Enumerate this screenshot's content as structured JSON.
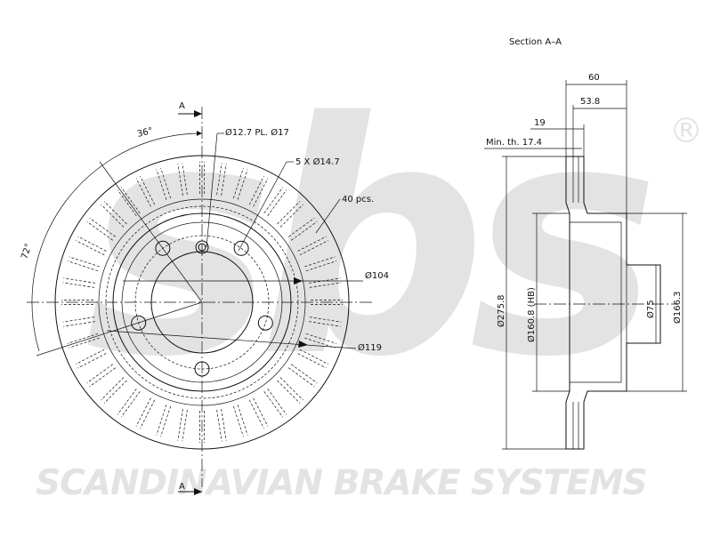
{
  "watermark": {
    "logo_text": "sbs",
    "registered_mark": "®",
    "company_name": "SCANDINAVIAN BRAKE SYSTEMS",
    "color": "#e3e3e3"
  },
  "front_view": {
    "section_marker_top": "A",
    "section_marker_bottom": "A",
    "angle_label_small": "36°",
    "angle_label_large": "72°",
    "bolt_hole_label": "Ø12.7 PL. Ø17",
    "wheel_hole_label": "5 X Ø14.7",
    "vent_count_label": "40 pcs.",
    "hub_diameter_label": "Ø104",
    "ring_diameter_label": "Ø119"
  },
  "section_view": {
    "title": "Section A–A",
    "total_height_label": "60",
    "hat_height_label": "53.8",
    "disc_thickness_label": "19",
    "min_thickness_label": "Min. th. 17.4",
    "outer_diameter_label": "Ø275.8",
    "hat_diameter_label": "Ø160.8 (HB)",
    "center_bore_label": "Ø75",
    "hat_inner_diameter_label": "Ø166.3"
  },
  "colors": {
    "line": "#111111",
    "watermark": "#e3e3e3"
  }
}
